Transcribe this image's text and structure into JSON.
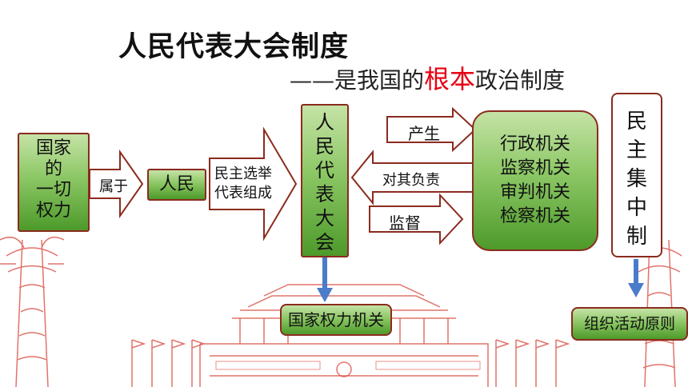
{
  "title": "人民代表大会制度",
  "subtitle": {
    "prefix": "——是我国的",
    "highlight": "根本",
    "suffix": "政治制度"
  },
  "boxes": {
    "power": [
      "国家",
      "的",
      "一切",
      "权力"
    ],
    "people": "人民",
    "congress": [
      "人",
      "民",
      "代",
      "表",
      "大",
      "会"
    ],
    "organs": [
      "行政机关",
      "监察机关",
      "审判机关",
      "检察机关"
    ],
    "centralism": [
      "民",
      "主",
      "集",
      "中",
      "制"
    ]
  },
  "arrows": {
    "belong": "属于",
    "election": [
      "民主选举",
      "代表组成"
    ],
    "produce": "产生",
    "responsible": "对其负责",
    "supervise": "监督"
  },
  "bottom": {
    "organ_label": "国家权力机关",
    "principle_label": "组织活动原则"
  },
  "colors": {
    "highlight": "#e60012",
    "box_green": "#6db33f",
    "border": "#8b2b1f",
    "blue_arrow": "#4a7cc9",
    "decoration": "#c0392b"
  }
}
